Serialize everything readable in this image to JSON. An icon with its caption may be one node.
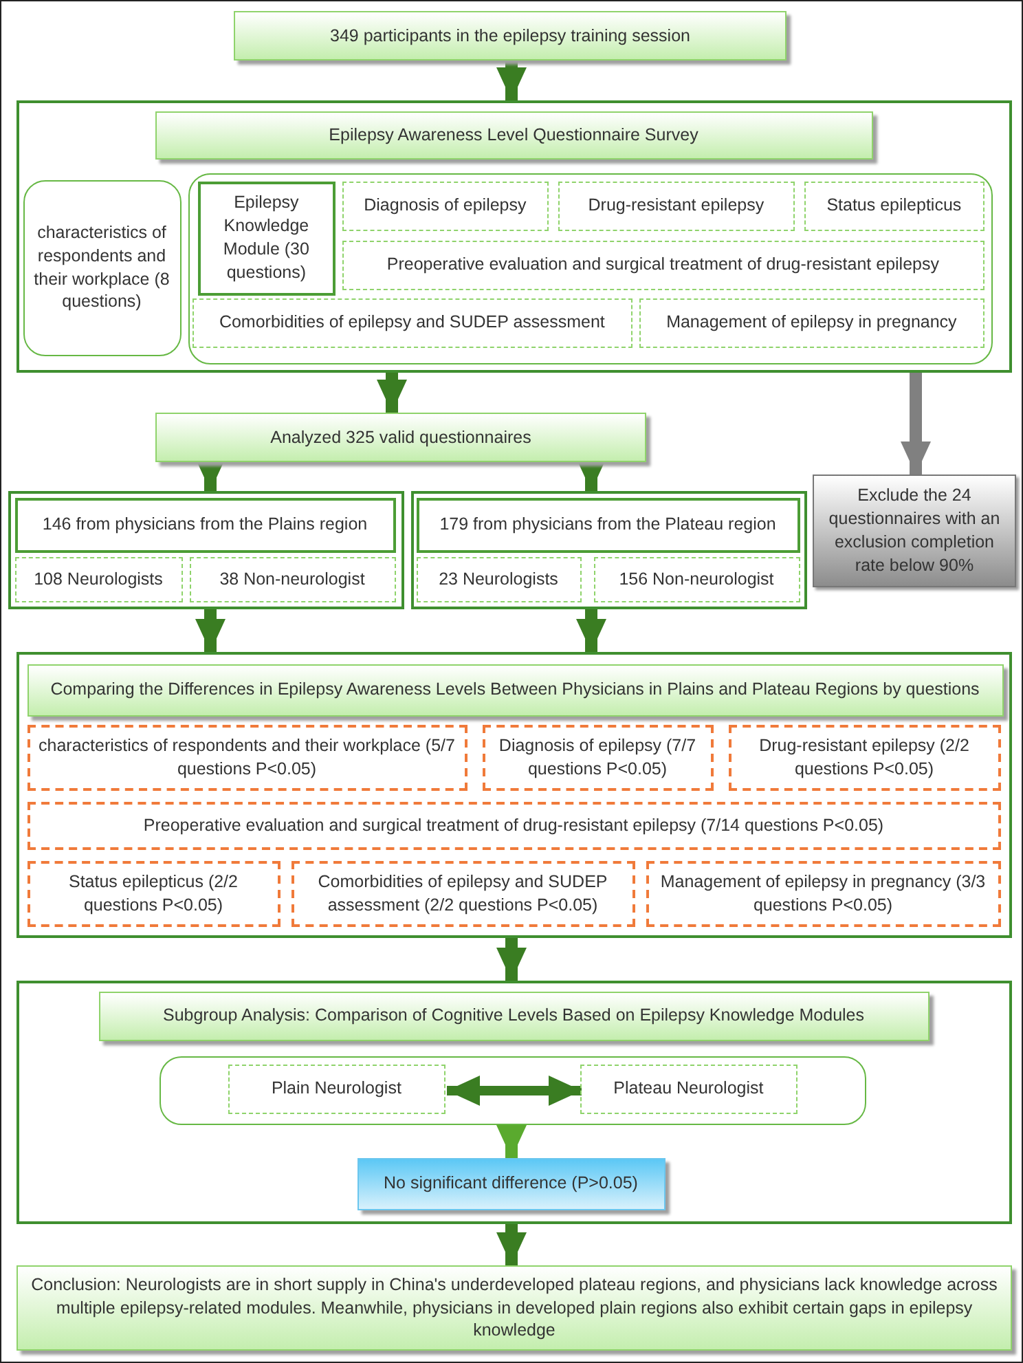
{
  "diagram": {
    "nodes": [
      {
        "text": [
          "349 participants in the epilepsy training session"
        ]
      },
      {
        "text": [],
        "shape": "box"
      },
      {
        "text": [
          "Epilepsy Awareness Level Questionnaire Survey"
        ],
        "in": 1
      },
      {
        "text": [
          "characteristics of respondents and their workplace (8 questions)"
        ],
        "in": 1
      },
      {
        "text": [],
        "shape": "box",
        "in": 1
      },
      {
        "text": [
          "Epilepsy Knowledge Module (30 questions)"
        ],
        "in": 4
      },
      {
        "text": [
          "Diagnosis of epilepsy"
        ],
        "in": 4
      },
      {
        "text": [
          "Drug-resistant epilepsy"
        ],
        "in": 4
      },
      {
        "text": [
          "Status epilepticus"
        ],
        "in": 4
      },
      {
        "text": [
          "Preoperative evaluation and surgical treatment of drug-resistant epilepsy"
        ],
        "in": 4
      },
      {
        "text": [
          "Comorbidities of epilepsy and SUDEP assessment"
        ],
        "in": 4
      },
      {
        "text": [
          "Management of epilepsy in pregnancy"
        ],
        "in": 4
      },
      {
        "text": [
          "Analyzed 325 valid questionnaires"
        ]
      },
      {
        "text": [
          "Exclude the 24 questionnaires with an exclusion completion rate below 90%"
        ]
      },
      {
        "text": [],
        "shape": "box"
      },
      {
        "text": [
          "146 from physicians from the Plains region"
        ],
        "in": 14
      },
      {
        "text": [
          "108 Neurologists"
        ],
        "in": 14
      },
      {
        "text": [
          "38 Non-neurologist"
        ],
        "in": 14
      },
      {
        "text": [],
        "shape": "box"
      },
      {
        "text": [
          "179 from physicians from the Plateau region"
        ],
        "in": 18
      },
      {
        "text": [
          "23 Neurologists"
        ],
        "in": 18
      },
      {
        "text": [
          "156 Non-neurologist"
        ],
        "in": 18
      },
      {
        "text": [],
        "shape": "box"
      },
      {
        "text": [
          "Comparing the Differences in Epilepsy Awareness Levels Between Physicians in Plains and Plateau Regions by questions"
        ],
        "in": 22
      },
      {
        "text": [
          "characteristics of respondents and their workplace (5/7 questions P<0.05)"
        ],
        "in": 22
      },
      {
        "text": [
          "Diagnosis of epilepsy (7/7 questions P<0.05)"
        ],
        "in": 22
      },
      {
        "text": [
          "Drug-resistant epilepsy (2/2 questions P<0.05)"
        ],
        "in": 22
      },
      {
        "text": [
          "Preoperative evaluation and surgical treatment of drug-resistant epilepsy (7/14 questions P<0.05)"
        ],
        "in": 22
      },
      {
        "text": [
          "Status epilepticus (2/2 questions P<0.05)"
        ],
        "in": 22
      },
      {
        "text": [
          "Comorbidities of epilepsy and SUDEP assessment (2/2 questions P<0.05)"
        ],
        "in": 22
      },
      {
        "text": [
          "Management of epilepsy in pregnancy (3/3 questions P<0.05)"
        ],
        "in": 22
      },
      {
        "text": [],
        "shape": "box"
      },
      {
        "text": [
          "Subgroup Analysis: Comparison of Cognitive Levels Based on Epilepsy Knowledge Modules"
        ],
        "in": 31
      },
      {
        "text": [],
        "shape": "box",
        "in": 31
      },
      {
        "text": [
          "Plain Neurologist"
        ],
        "in": 33
      },
      {
        "text": [
          "Plateau Neurologist"
        ],
        "in": 33
      },
      {
        "text": [
          "No significant difference (P>0.05)"
        ],
        "in": 31
      },
      {
        "text": [
          "Conclusion: Neurologists are in short supply in China's underdeveloped plateau regions, and physicians lack knowledge across multiple epilepsy-related modules. Meanwhile, physicians in developed plain regions also exhibit certain gaps in epilepsy knowledge"
        ]
      }
    ],
    "edges": [
      {
        "from": 0,
        "to": 1,
        "arrow": "to"
      },
      {
        "from": 1,
        "to": 12,
        "arrow": "to"
      },
      {
        "from": 1,
        "to": 13,
        "arrow": "to",
        "color": "#808080"
      },
      {
        "from": 12,
        "to": 14,
        "arrow": "to"
      },
      {
        "from": 12,
        "to": 18,
        "arrow": "to"
      },
      {
        "from": 14,
        "to": 22,
        "arrow": "to"
      },
      {
        "from": 18,
        "to": 22,
        "arrow": "to"
      },
      {
        "from": 22,
        "to": 31,
        "arrow": "to"
      },
      {
        "from": 34,
        "to": 35,
        "arrow": "both"
      },
      {
        "from": 33,
        "to": 36,
        "arrow": "to",
        "color": "#5aaa2e"
      },
      {
        "from": 31,
        "to": 37,
        "arrow": "to"
      }
    ]
  }
}
